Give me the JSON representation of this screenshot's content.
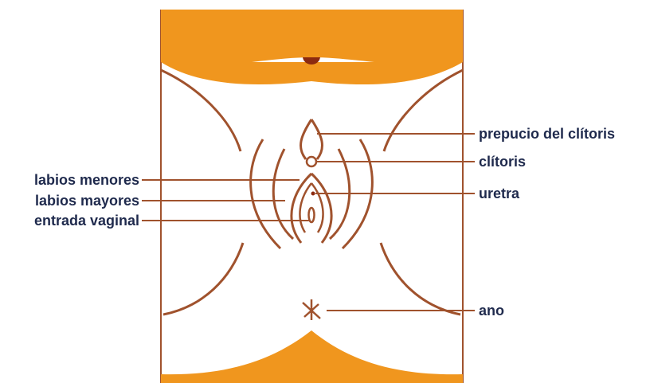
{
  "colors": {
    "outline": "#a0522d",
    "fill": "#f0961e",
    "label_text": "#1f2a4d"
  },
  "labels": {
    "prepucio_del_clitoris": "prepucio del clítoris",
    "clitoris": "clítoris",
    "uretra": "uretra",
    "ano": "ano",
    "labios_menores": "labios menores",
    "labios_mayores": "labios mayores",
    "entrada_vaginal": "entrada vaginal"
  }
}
